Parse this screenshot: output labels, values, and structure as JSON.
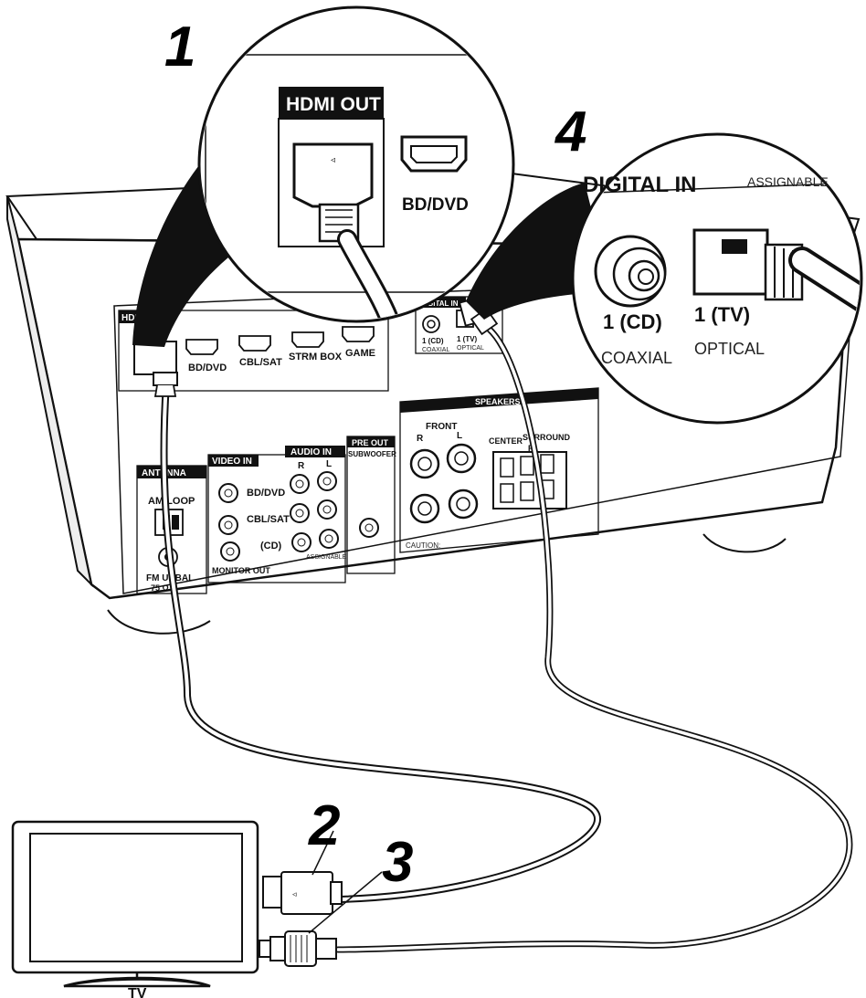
{
  "steps": [
    "1",
    "2",
    "3",
    "4"
  ],
  "tv_label": "TV",
  "zoom_hdmi": {
    "port_label": "HDMI OUT",
    "input_label": "BD/DVD"
  },
  "zoom_digital": {
    "title": "DIGITAL IN",
    "assignable": "ASSIGNABLE",
    "coaxial_tag": "1 (CD)",
    "optical_tag": "1 (TV)",
    "coaxial": "COAXIAL",
    "optical": "OPTICAL"
  },
  "panel": {
    "hdmi_out": "HDMI OUT",
    "hdmi_inputs": [
      "BD/DVD",
      "CBL/SAT",
      "STRM BOX",
      "GAME"
    ],
    "digital_in": "DIGITAL IN",
    "coaxial_tag": "1 (CD)",
    "optical_tag": "1 (TV)",
    "coaxial": "COAXIAL",
    "optical": "OPTICAL",
    "antenna": "ANTENNA",
    "am_loop": "AM LOOP",
    "fm": "FM UNBAL",
    "fm_ohm": "75 Ω",
    "video_in": "VIDEO IN",
    "audio_in": "AUDIO IN",
    "audio_r": "R",
    "audio_l": "L",
    "av_rows": [
      "BD/DVD",
      "CBL/SAT",
      "(CD)"
    ],
    "assignable": "ASSIGNABLE",
    "monitor_out": "MONITOR OUT",
    "pre_out": "PRE OUT",
    "subwoofer": "SUBWOOFER",
    "speakers": "SPEAKERS",
    "front": "FRONT",
    "front_r": "R",
    "front_l": "L",
    "center": "CENTER",
    "surround": "SURROUND",
    "surround_r": "R",
    "caution": "CAUTION:"
  },
  "colors": {
    "line": "#111111",
    "fill": "#ffffff",
    "shade": "#cfcfcf",
    "dark": "#222222"
  }
}
